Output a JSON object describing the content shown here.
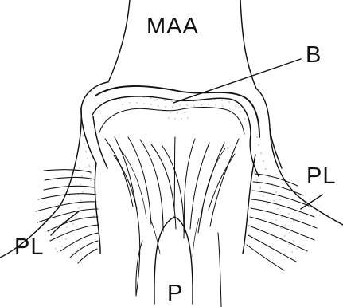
{
  "labels": {
    "maa": "MAA",
    "b": "B",
    "pl_left": "PL",
    "pl_right": "PL",
    "p": "P"
  }
}
